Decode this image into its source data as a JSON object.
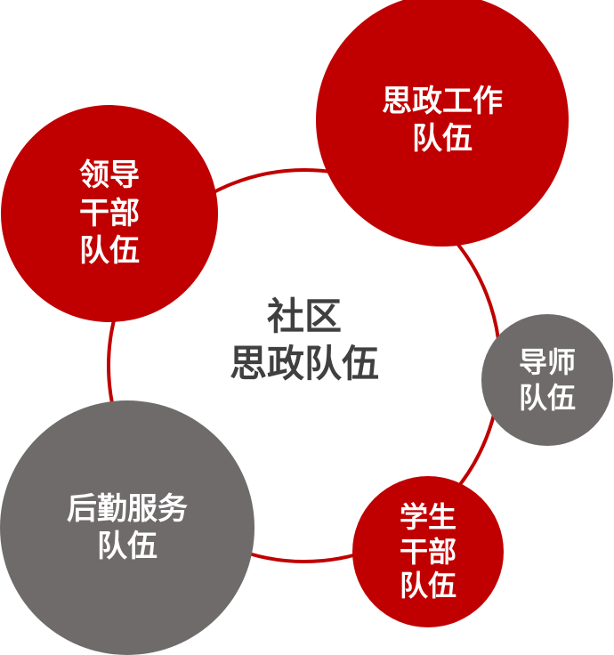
{
  "colors": {
    "red": "#c00000",
    "gray": "#6f6b6b",
    "center_text": "#404040"
  },
  "center": {
    "line1": "社区",
    "line2": "思政队伍"
  },
  "nodes": {
    "ideological": {
      "lines": [
        "思政工作",
        "队伍"
      ]
    },
    "leaders": {
      "lines": [
        "领导",
        "干部",
        "队伍"
      ]
    },
    "mentors": {
      "lines": [
        "导师",
        "队伍"
      ]
    },
    "students": {
      "lines": [
        "学生",
        "干部",
        "队伍"
      ]
    },
    "logistics": {
      "lines": [
        "后勤服务",
        "队伍"
      ]
    }
  }
}
